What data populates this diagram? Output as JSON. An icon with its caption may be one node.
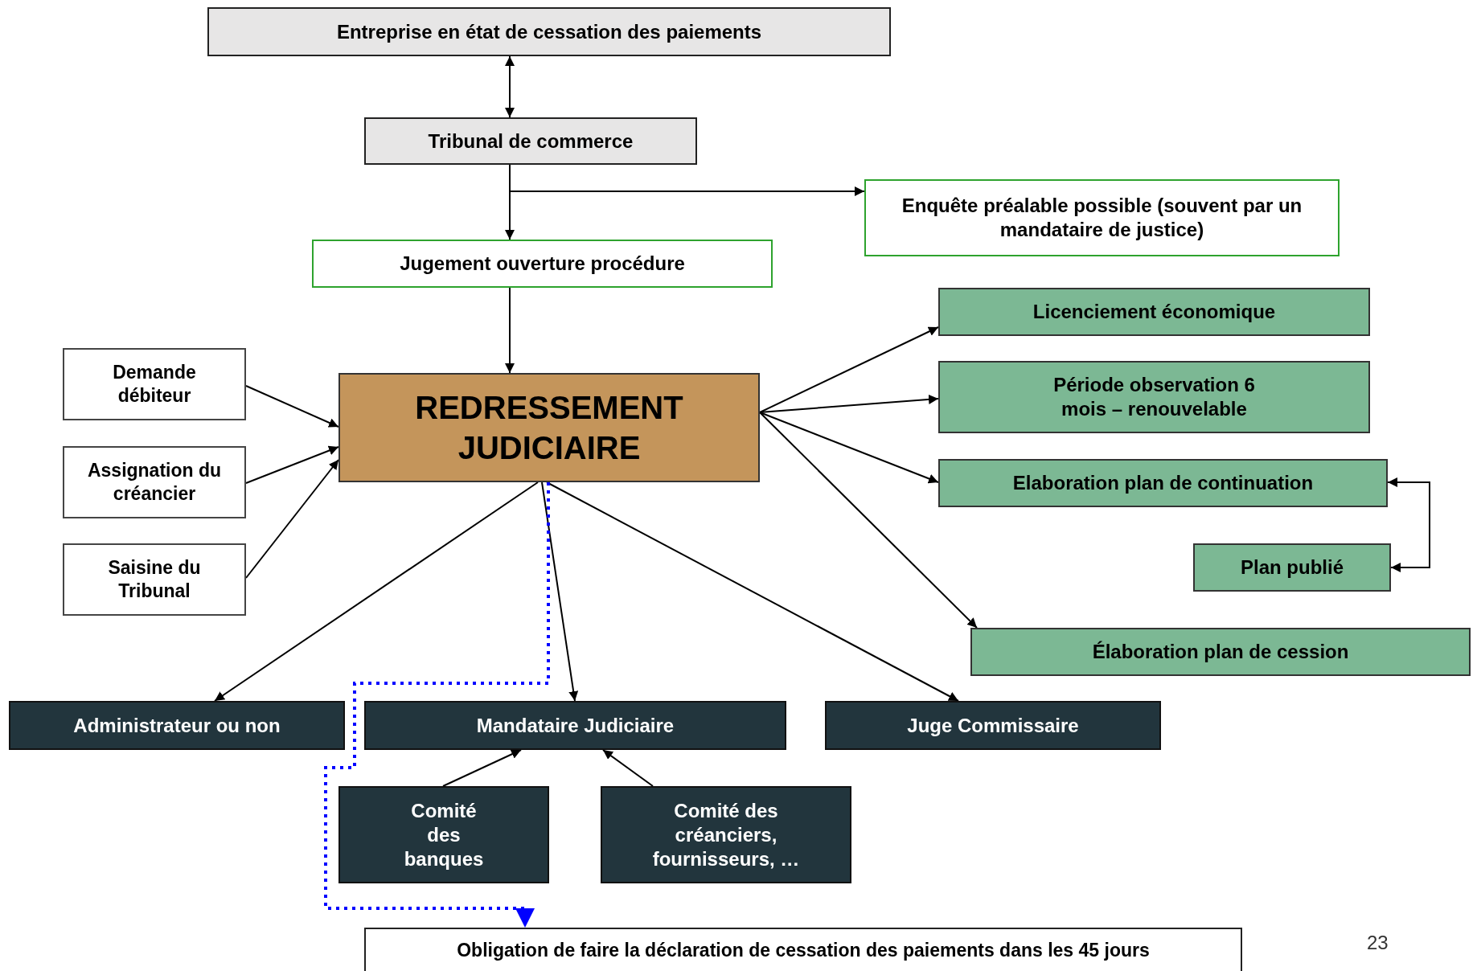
{
  "diagram": {
    "nodes": [
      {
        "text": [
          "Entreprise en  état de cessation des paiements"
        ]
      },
      {
        "text": [
          "Tribunal de commerce"
        ]
      },
      {
        "text": [
          "Enquête préalable possible (souvent par un mandataire de justice)"
        ]
      },
      {
        "text": [
          "Jugement ouverture procédure"
        ]
      },
      {
        "text": [
          "Demande débiteur"
        ]
      },
      {
        "text": [
          "Assignation du créancier"
        ]
      },
      {
        "text": [
          "Saisine du Tribunal"
        ]
      },
      {
        "text": [
          "REDRESSEMENT JUDICIAIRE"
        ]
      },
      {
        "text": [
          "Licenciement économique"
        ]
      },
      {
        "text": [
          "Période observation 6 mois – renouvelable"
        ]
      },
      {
        "text": [
          "Elaboration plan de continuation"
        ]
      },
      {
        "text": [
          "Plan publié"
        ]
      },
      {
        "text": [
          "Élaboration plan de cession"
        ]
      },
      {
        "text": [
          "Administrateur ou non"
        ]
      },
      {
        "text": [
          "Mandataire Judiciaire"
        ]
      },
      {
        "text": [
          "Juge Commissaire"
        ]
      },
      {
        "text": [
          "Comité des banques"
        ]
      },
      {
        "text": [
          "Comité des créanciers, fournisseurs, …"
        ]
      },
      {
        "text": [
          "Obligation de faire la déclaration de cessation des paiements dans les 45 jours"
        ]
      }
    ],
    "edges": [
      {
        "from": 0,
        "to": 1,
        "arrow": "both"
      },
      {
        "from": 1,
        "to": 3,
        "arrow": "to"
      },
      {
        "from": 1,
        "to": 2,
        "arrow": "to"
      },
      {
        "from": 3,
        "to": 7,
        "arrow": "to"
      },
      {
        "from": 4,
        "to": 7,
        "arrow": "to"
      },
      {
        "from": 5,
        "to": 7,
        "arrow": "to"
      },
      {
        "from": 6,
        "to": 7,
        "arrow": "to"
      },
      {
        "from": 7,
        "to": 8,
        "arrow": "to"
      },
      {
        "from": 7,
        "to": 9,
        "arrow": "to"
      },
      {
        "from": 7,
        "to": 10,
        "arrow": "to"
      },
      {
        "from": 7,
        "to": 12,
        "arrow": "to"
      },
      {
        "from": 11,
        "to": 10,
        "arrow": "both"
      },
      {
        "from": 7,
        "to": 13,
        "arrow": "to"
      },
      {
        "from": 7,
        "to": 14,
        "arrow": "to"
      },
      {
        "from": 7,
        "to": 15,
        "arrow": "to"
      },
      {
        "from": 16,
        "to": 14,
        "arrow": "to"
      },
      {
        "from": 17,
        "to": 14,
        "arrow": "to"
      },
      {
        "from": 7,
        "to": 18,
        "arrow": "to",
        "style": "dashed",
        "color": "#0000ff"
      }
    ],
    "labels": [
      "23"
    ]
  }
}
